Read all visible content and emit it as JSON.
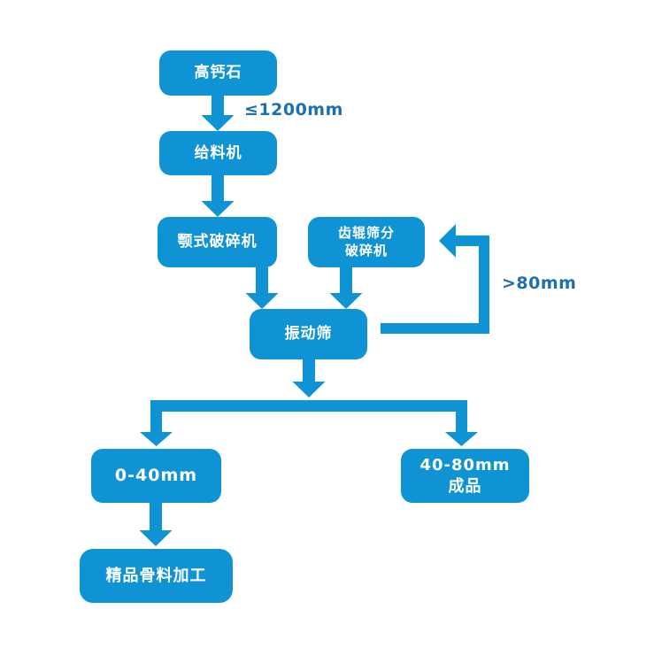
{
  "diagram": {
    "type": "flowchart",
    "description": "Limestone crushing and screening process flow",
    "colors": {
      "node_fill": "#1093d5",
      "node_text": "#ffffff",
      "connector": "#1093d5",
      "edge_label_text": "#1e6fae",
      "background": "#ffffff"
    },
    "nodes": {
      "source": {
        "label": "高钙石"
      },
      "feeder": {
        "label": "给料机"
      },
      "jaw_crusher": {
        "label": "颚式破碎机"
      },
      "roller_crusher": {
        "line1": "齿辊筛分",
        "line2": "破碎机"
      },
      "vibrating_screen": {
        "label": "振动筛"
      },
      "output_0_40": {
        "label": "0-40mm"
      },
      "output_40_80": {
        "line1": "40-80mm",
        "line2": "成品"
      },
      "fine_aggregate": {
        "label": "精品骨料加工"
      }
    },
    "edge_labels": {
      "feed_size": "≤1200mm",
      "oversize_return": ">80mm"
    },
    "edges": [
      {
        "from": "source",
        "to": "feeder",
        "label": "≤1200mm"
      },
      {
        "from": "feeder",
        "to": "jaw_crusher",
        "label": ""
      },
      {
        "from": "jaw_crusher",
        "to": "vibrating_screen",
        "label": ""
      },
      {
        "from": "roller_crusher",
        "to": "vibrating_screen",
        "label": ""
      },
      {
        "from": "vibrating_screen",
        "to": "roller_crusher",
        "label": ">80mm"
      },
      {
        "from": "vibrating_screen",
        "to": "output_0_40",
        "label": ""
      },
      {
        "from": "vibrating_screen",
        "to": "output_40_80",
        "label": ""
      },
      {
        "from": "output_0_40",
        "to": "fine_aggregate",
        "label": ""
      }
    ]
  }
}
